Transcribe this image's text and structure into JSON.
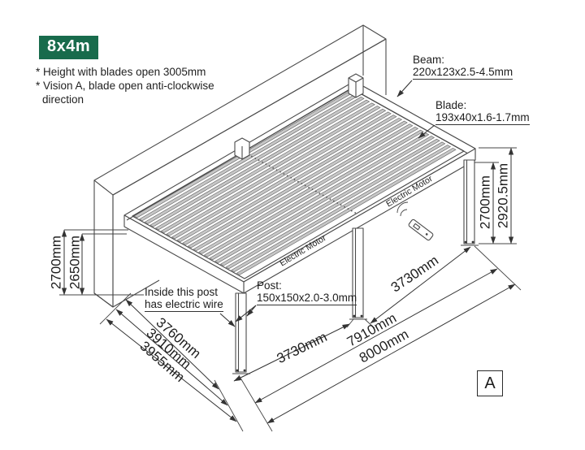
{
  "badge": {
    "label": "8x4m",
    "color": "#186B4C"
  },
  "notes": {
    "line1": "* Height with blades open 3005mm",
    "line2": "* Vision A, blade open anti-clockwise direction"
  },
  "callouts": {
    "beam": {
      "title": "Beam:",
      "spec": "220x123x2.5-4.5mm"
    },
    "blade": {
      "title": "Blade:",
      "spec": "193x40x1.6-1.7mm"
    },
    "post": {
      "title": "Post:",
      "spec": "150x150x2.0-3.0mm"
    },
    "electric_wire": {
      "line1": "Inside this post",
      "line2": "has electric wire"
    },
    "electric_motor": "Electric Motor"
  },
  "dimensions": {
    "left_outer": "2700mm",
    "left_inner": "2650mm",
    "right_inner": "2700mm",
    "right_outer": "2920.5mm",
    "depth_1": "3760mm",
    "depth_2": "3910mm",
    "depth_3": "3955mm",
    "bay_left": "3730mm",
    "bay_right": "3730mm",
    "width_posts": "7910mm",
    "width_total": "8000mm"
  },
  "view_label": "A"
}
